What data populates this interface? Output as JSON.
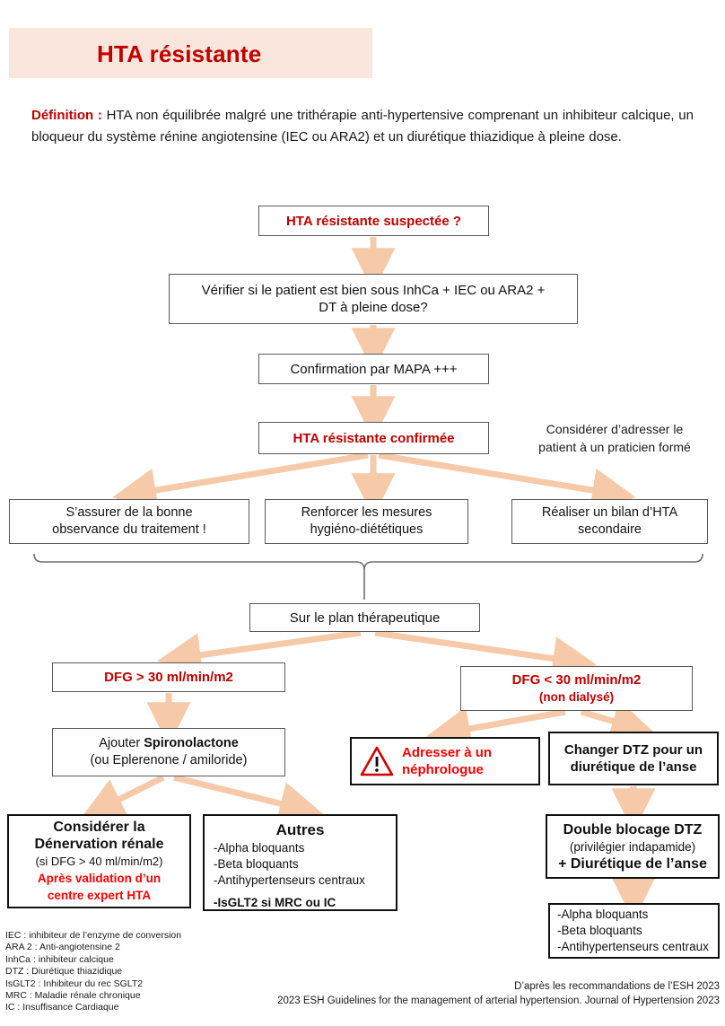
{
  "header": {
    "title": "HTA résistante",
    "banner_color": "#fae6dc",
    "title_color": "#c00000"
  },
  "definition": {
    "lead": "Définition :",
    "text": " HTA non équilibrée malgré une trithérapie anti-hypertensive comprenant un inhibiteur calcique, un bloqueur du système rénine angiotensine (IEC ou ARA2) et un diurétique thiazidique à pleine dose."
  },
  "flow": {
    "suspectee": "HTA résistante suspectée ?",
    "verifier_l1": "Vérifier si le patient est bien sous InhCa + IEC ou ARA2 +",
    "verifier_l2": "DT à pleine dose?",
    "mapa": "Confirmation par MAPA +++",
    "confirmee": "HTA résistante confirmée",
    "note_praticien_l1": "Considérer d’adresser le",
    "note_praticien_l2": "patient à un praticien formé",
    "observance_l1": "S’assurer de la bonne",
    "observance_l2": "observance du traitement !",
    "hygieno_l1": "Renforcer les mesures",
    "hygieno_l2": "hygiéno-diététiques",
    "bilan_l1": "Réaliser un bilan d’HTA",
    "bilan_l2": "secondaire",
    "plan": "Sur le plan thérapeutique",
    "dfg_sup": "DFG > 30 ml/min/m2",
    "dfg_inf_l1": "DFG < 30 ml/min/m2",
    "dfg_inf_l2": "(non dialysé)",
    "spiro_l1_a": "Ajouter ",
    "spiro_l1_b": "Spironolactone",
    "spiro_l2": "(ou Eplerenone / amiloride)",
    "nephro_l1": "Adresser à un",
    "nephro_l2": "néphrologue",
    "changer_l1": "Changer DTZ pour un",
    "changer_l2": "diurétique de l’anse",
    "denervation_l1": "Considérer la",
    "denervation_l2": "Dénervation rénale",
    "denervation_l3": "(si DFG > 40 ml/min/m2)",
    "denervation_l4": "Après validation d’un",
    "denervation_l5": "centre expert HTA",
    "autres_title": "Autres",
    "autres_items": [
      "-Alpha bloquants",
      "-Beta bloquants",
      "-Antihypertenseurs centraux"
    ],
    "autres_last": "-IsGLT2 si MRC ou IC",
    "double_l1": "Double blocage DTZ",
    "double_l2": "(privilégier indapamide)",
    "double_l3": "+ Diurétique de l’anse",
    "final_items": [
      "-Alpha bloquants",
      "-Beta bloquants",
      "-Antihypertenseurs centraux"
    ]
  },
  "legend": {
    "lines": [
      "IEC : inhibiteur de l’enzyme de conversion",
      "ARA 2 : Anti-angiotensine 2",
      "InhCa : inhibiteur calcique",
      "DTZ : Diurétique thiazidique",
      "IsGLT2 : Inhibiteur du rec SGLT2",
      "MRC : Maladie rénale chronique",
      "IC : Insuffisance Cardiaque"
    ]
  },
  "source": {
    "line1": "D’après les recommandations de l’ESH 2023",
    "line2": "2023 ESH Guidelines for the management of arterial hypertension. Journal of Hypertension 2023"
  },
  "colors": {
    "arrow": "#f6caa8",
    "box_border": "#595959",
    "box_border_thick": "#111111",
    "accent_red": "#c00000",
    "bright_red": "#ff0000"
  }
}
